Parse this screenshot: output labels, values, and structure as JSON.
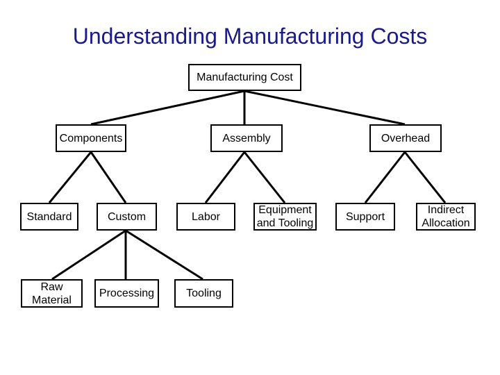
{
  "title": "Understanding Manufacturing Costs",
  "line_color": "#000000",
  "title_color": "#1a1a8c",
  "nodes": {
    "root": {
      "label": "Manufacturing Cost"
    },
    "components": {
      "label": "Components"
    },
    "assembly": {
      "label": "Assembly"
    },
    "overhead": {
      "label": "Overhead"
    },
    "standard": {
      "label": "Standard"
    },
    "custom": {
      "label": "Custom"
    },
    "labor": {
      "label": "Labor"
    },
    "equipment": {
      "label": "Equipment and Tooling"
    },
    "support": {
      "label": "Support"
    },
    "indirect": {
      "label": "Indirect Allocation"
    },
    "raw_material": {
      "label": "Raw Material"
    },
    "processing": {
      "label": "Processing"
    },
    "tooling": {
      "label": "Tooling"
    }
  },
  "edges": [
    [
      "root",
      "components"
    ],
    [
      "root",
      "assembly"
    ],
    [
      "root",
      "overhead"
    ],
    [
      "components",
      "standard"
    ],
    [
      "components",
      "custom"
    ],
    [
      "assembly",
      "labor"
    ],
    [
      "assembly",
      "equipment"
    ],
    [
      "overhead",
      "support"
    ],
    [
      "overhead",
      "indirect"
    ],
    [
      "custom",
      "raw_material"
    ],
    [
      "custom",
      "processing"
    ],
    [
      "custom",
      "tooling"
    ]
  ]
}
